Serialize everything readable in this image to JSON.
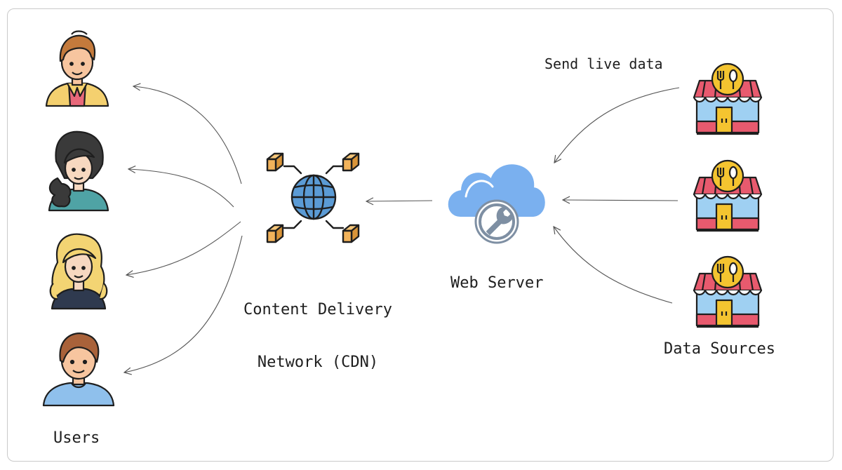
{
  "labels": {
    "users": "Users",
    "cdn_line1": "Content Delivery",
    "cdn_line2": "Network (CDN)",
    "web_server": "Web Server",
    "data_sources": "Data Sources",
    "edge_annotation": "Send live data"
  },
  "icons": {
    "users": [
      "man-user-icon",
      "woman-user-icon",
      "blonde-woman-user-icon",
      "boy-user-icon"
    ],
    "cdn": "globe-network-icon",
    "web_server": "cloud-wrench-icon",
    "data_sources": [
      "shop-icon",
      "shop-icon",
      "shop-icon"
    ]
  },
  "colors": {
    "stroke": "#1e1e1e",
    "arrow": "#555555",
    "frame": "#c9c9c9",
    "cloud": "#7ab0ef",
    "shop_awning": "#e85a6e",
    "shop_sign": "#f4c430",
    "box": "#f2b35b"
  }
}
